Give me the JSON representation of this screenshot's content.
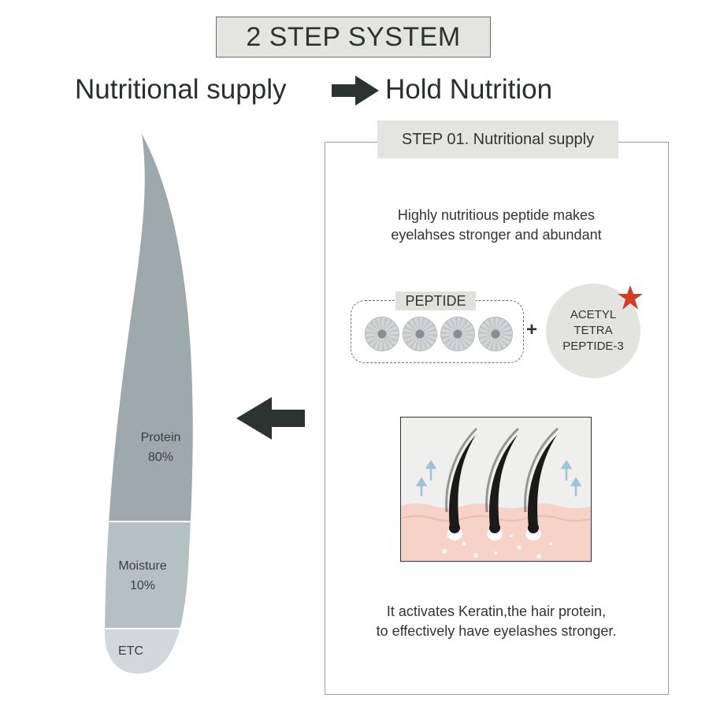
{
  "header": {
    "title": "2 STEP SYSTEM",
    "step_from": "Nutritional supply",
    "step_to": "Hold Nutrition"
  },
  "hair_chart": {
    "segments": [
      {
        "label": "Protein",
        "value": "80%",
        "color": "#9ea9ae"
      },
      {
        "label": "Moisture",
        "value": "10%",
        "color": "#b5c0c5"
      },
      {
        "label": "ETC",
        "value": "",
        "color": "#d1d7da"
      }
    ]
  },
  "panel": {
    "step_label": "STEP 01. Nutritional supply",
    "intro_line1": "Highly nutritious peptide makes",
    "intro_line2": "eyelahses stronger and abundant",
    "peptide_label": "PEPTIDE",
    "plus": "+",
    "acetyl_line1": "ACETYL",
    "acetyl_line2": "TETRA",
    "acetyl_line3": "PEPTIDE-3",
    "outro_line1": "It activates Keratin,the hair protein,",
    "outro_line2": "to effectively have eyelashes stronger."
  },
  "colors": {
    "arrow": "#2c3432",
    "star": "#d63b24",
    "skin": "#f6d2c8",
    "lash": "#1a1a1a"
  },
  "icons": {
    "right_arrow": "right-arrow-icon",
    "left_arrow": "left-arrow-icon",
    "star": "star-icon"
  }
}
